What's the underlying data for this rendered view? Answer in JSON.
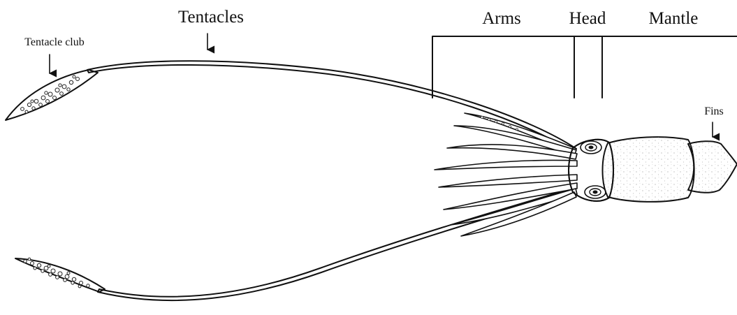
{
  "labels": {
    "tentacles": "Tentacles",
    "tentacle_club": "Tentacle club",
    "arms": "Arms",
    "head": "Head",
    "mantle": "Mantle",
    "fins": "Fins"
  },
  "colors": {
    "ink": "#111111",
    "background": "#ffffff",
    "body_fill": "#fbfbf8"
  }
}
